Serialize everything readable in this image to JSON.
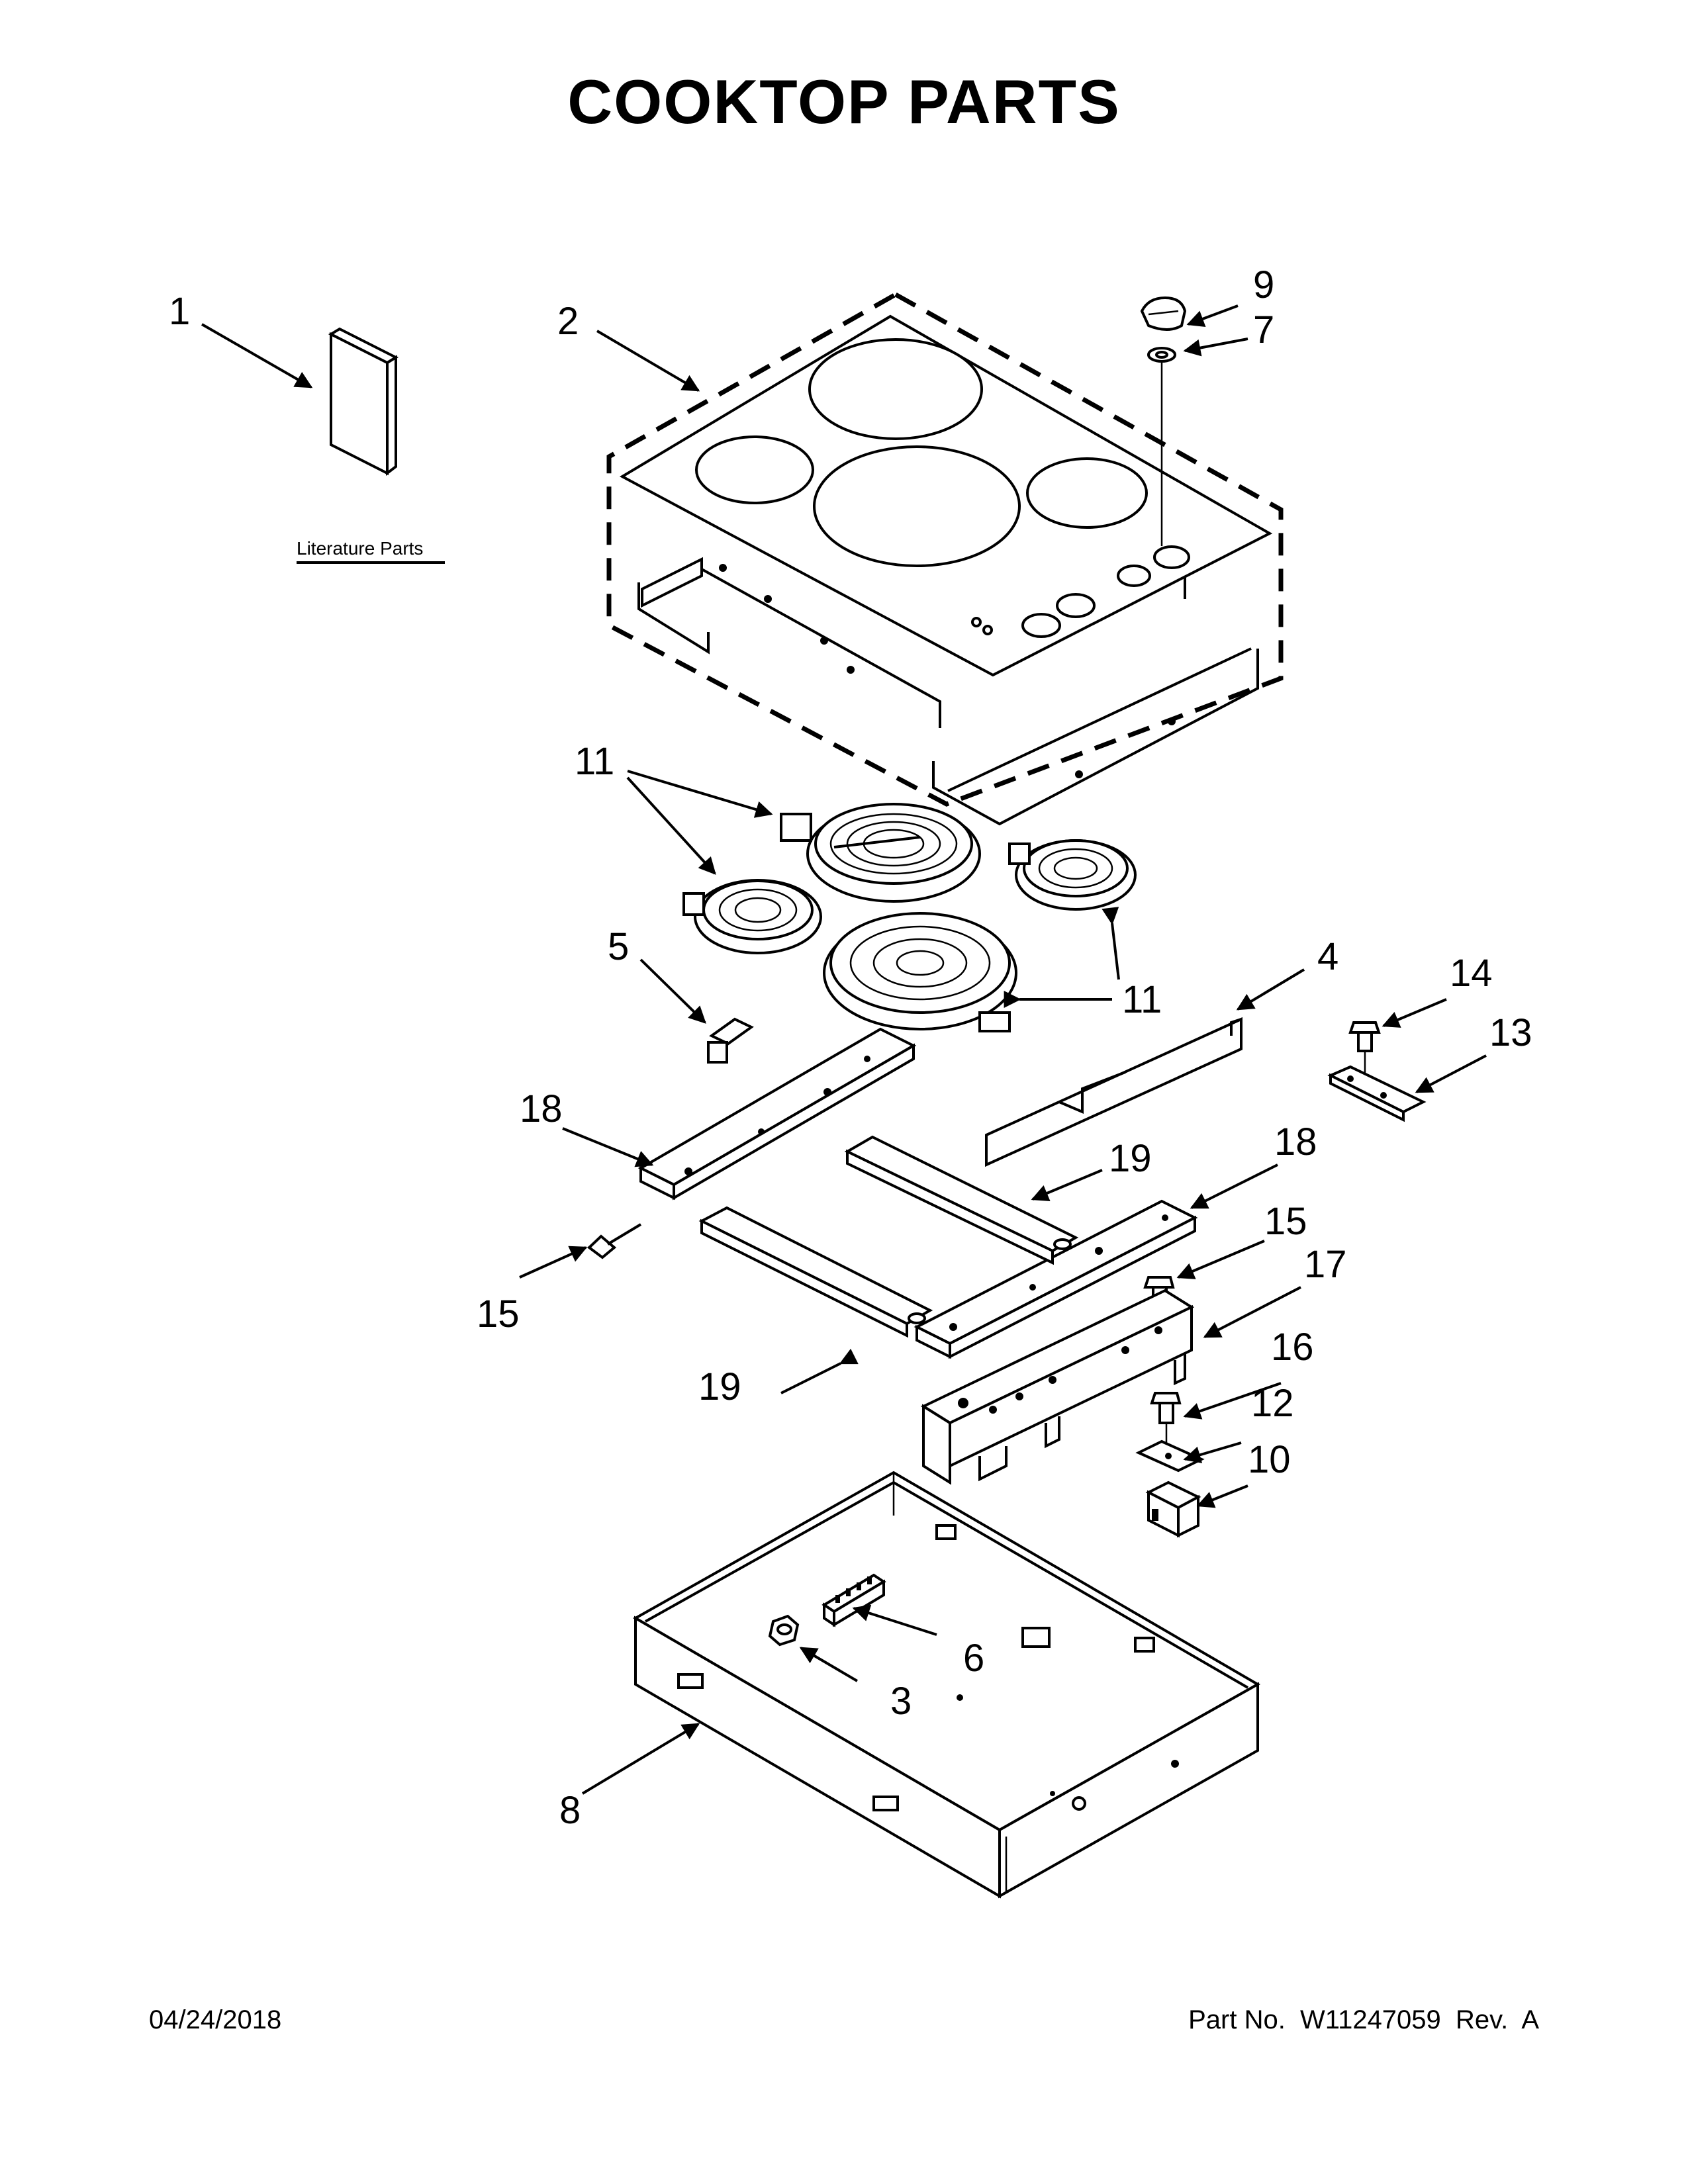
{
  "title": "COOKTOP PARTS",
  "footer": {
    "date": "04/24/2018",
    "part_info": "Part No.  W11247059  Rev.  A"
  },
  "literature_label": "Literature Parts",
  "callouts": {
    "c1": "1",
    "c2": "2",
    "c3": "3",
    "c4": "4",
    "c5": "5",
    "c6": "6",
    "c7": "7",
    "c8": "8",
    "c9": "9",
    "c10": "10",
    "c11a": "11",
    "c11b": "11",
    "c12": "12",
    "c13": "13",
    "c14": "14",
    "c15a": "15",
    "c15b": "15",
    "c16": "16",
    "c17": "17",
    "c18a": "18",
    "c18b": "18",
    "c19a": "19",
    "c19b": "19"
  }
}
